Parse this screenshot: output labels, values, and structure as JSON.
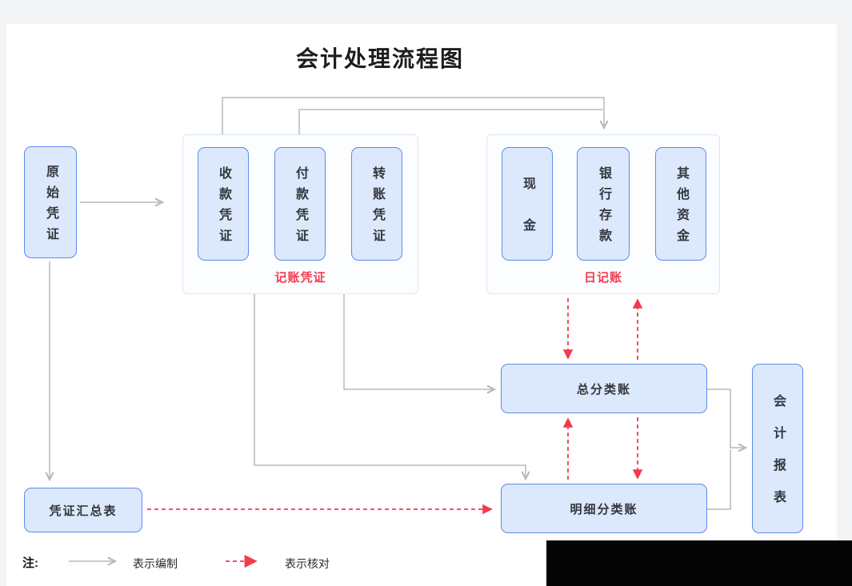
{
  "title": "会计处理流程图",
  "nodes": {
    "original_voucher": "原始凭证",
    "receipt_voucher": "收款凭证",
    "payment_voucher": "付款凭证",
    "transfer_voucher": "转账凭证",
    "bookkeeping_group_label": "记账凭证",
    "cash": "现金",
    "bank_deposit": "银行存款",
    "other_funds": "其他资金",
    "journal_group_label": "日记账",
    "general_ledger": "总分类账",
    "subsidiary_ledger": "明细分类账",
    "voucher_summary": "凭证汇总表",
    "financial_report": "会计报表"
  },
  "legend": {
    "note_label": "注:",
    "solid_arrow_label": "表示编制",
    "dashed_arrow_label": "表示核对"
  },
  "colors": {
    "box_border": "#5b8bee",
    "box_fill": "#dce8fb",
    "red": "#f13c4e",
    "gray_arrow": "#b8babd"
  }
}
